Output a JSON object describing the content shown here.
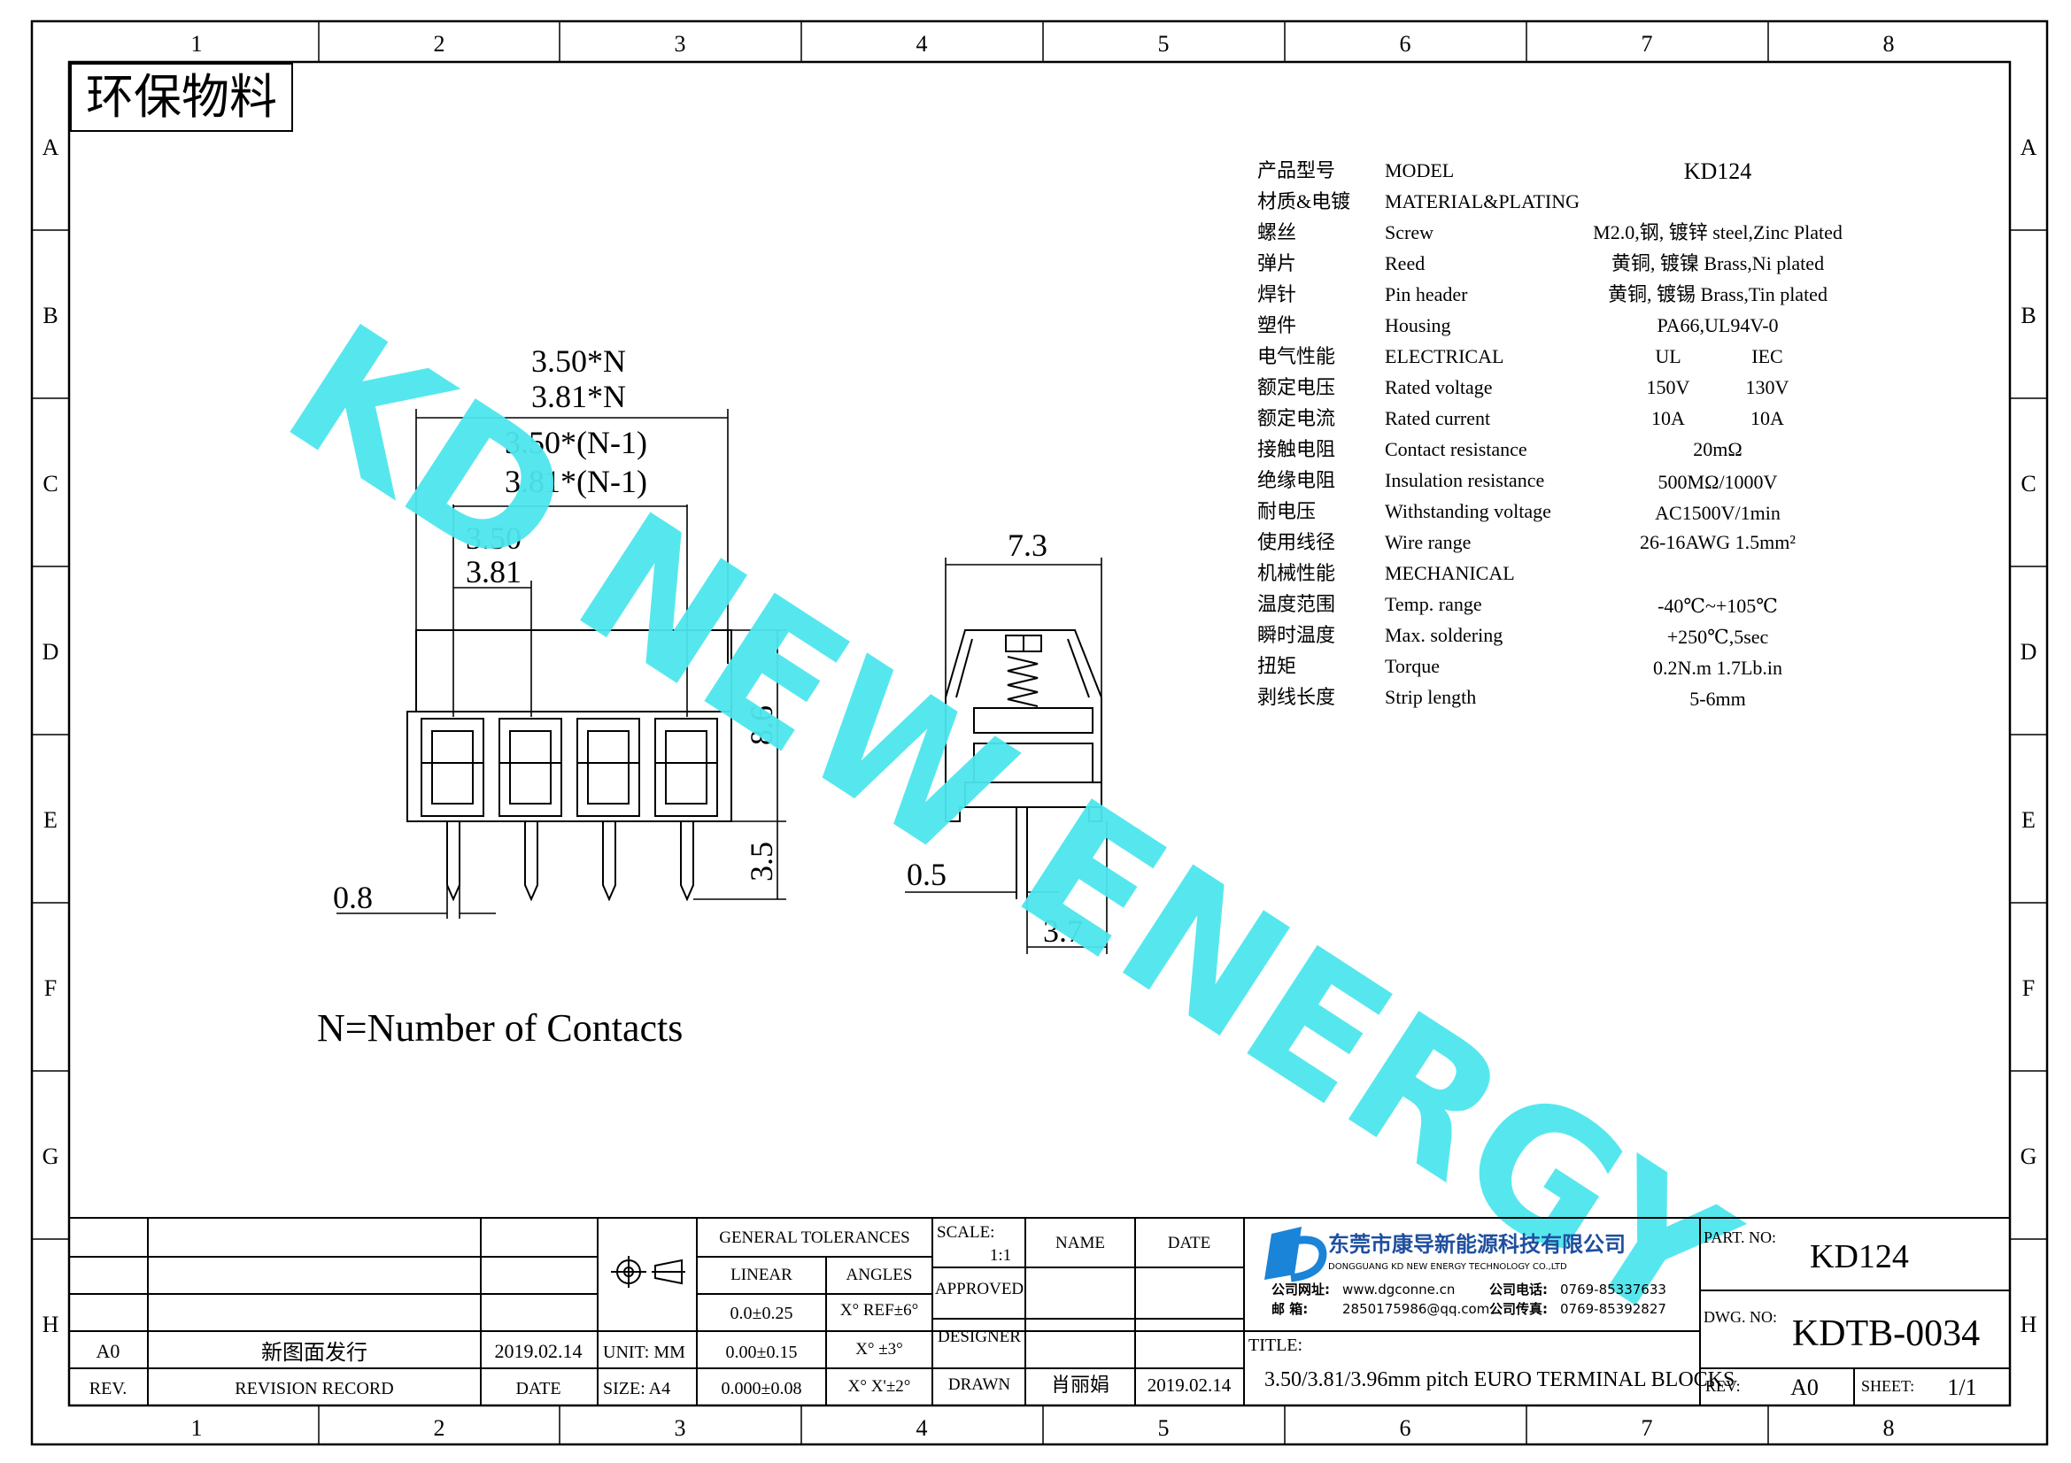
{
  "frame": {
    "col_labels": [
      "1",
      "2",
      "3",
      "4",
      "5",
      "6",
      "7",
      "8"
    ],
    "row_labels": [
      "A",
      "B",
      "C",
      "D",
      "E",
      "F",
      "G",
      "H"
    ]
  },
  "stamp": "环保物料",
  "watermark": "KD NEW ENERGY",
  "drawing": {
    "dims": {
      "pitch_n_a": "3.50*N",
      "pitch_n_b": "3.81*N",
      "pitch_n1_a": "3.50*(N-1)",
      "pitch_n1_b": "3.81*(N-1)",
      "pitch_a": "3.50",
      "pitch_b": "3.81",
      "height": "8.6",
      "pin_len": "3.5",
      "pin_w": "0.8",
      "depth": "7.3",
      "pin_t": "0.5",
      "pin_off": "3.7"
    },
    "note": "N=Number of Contacts"
  },
  "spec_table": {
    "rows": [
      {
        "cn": "产品型号",
        "en": "MODEL",
        "v1": "KD124",
        "v2": ""
      },
      {
        "cn": "材质&电镀",
        "en": "MATERIAL&PLATING",
        "v1": "",
        "v2": ""
      },
      {
        "cn": "螺丝",
        "en": "Screw",
        "v1": "M2.0,钢, 镀锌 steel,Zinc Plated",
        "v2": ""
      },
      {
        "cn": "弹片",
        "en": "Reed",
        "v1": "黄铜, 镀镍 Brass,Ni plated",
        "v2": ""
      },
      {
        "cn": "焊针",
        "en": "Pin header",
        "v1": "黄铜, 镀锡 Brass,Tin plated",
        "v2": ""
      },
      {
        "cn": "塑件",
        "en": "Housing",
        "v1": "PA66,UL94V-0",
        "v2": ""
      },
      {
        "cn": "电气性能",
        "en": "ELECTRICAL",
        "v1": "UL",
        "v2": "IEC"
      },
      {
        "cn": "额定电压",
        "en": "Rated voltage",
        "v1": "150V",
        "v2": "130V"
      },
      {
        "cn": "额定电流",
        "en": "Rated current",
        "v1": "10A",
        "v2": "10A"
      },
      {
        "cn": "接触电阻",
        "en": "Contact resistance",
        "v1": "20mΩ",
        "v2": ""
      },
      {
        "cn": "绝缘电阻",
        "en": "Insulation resistance",
        "v1": "500MΩ/1000V",
        "v2": ""
      },
      {
        "cn": "耐电压",
        "en": "Withstanding voltage",
        "v1": "AC1500V/1min",
        "v2": ""
      },
      {
        "cn": "使用线径",
        "en": "Wire range",
        "v1": "26-16AWG 1.5mm²",
        "v2": ""
      },
      {
        "cn": "机械性能",
        "en": "MECHANICAL",
        "v1": "",
        "v2": ""
      },
      {
        "cn": "温度范围",
        "en": "Temp. range",
        "v1": "-40℃~+105℃",
        "v2": ""
      },
      {
        "cn": "瞬时温度",
        "en": "Max. soldering",
        "v1": "+250℃,5sec",
        "v2": ""
      },
      {
        "cn": "扭矩",
        "en": "Torque",
        "v1": "0.2N.m 1.7Lb.in",
        "v2": ""
      },
      {
        "cn": "剥线长度",
        "en": "Strip length",
        "v1": "5-6mm",
        "v2": ""
      }
    ]
  },
  "title_block": {
    "rev_rows": [
      {
        "rev": "A0",
        "record": "新图面发行",
        "date": "2019.02.14"
      },
      {
        "rev": "REV.",
        "record": "REVISION RECORD",
        "date": "DATE"
      }
    ],
    "unit": "UNIT: MM",
    "size": "SIZE: A4",
    "general_tolerances": "GENERAL TOLERANCES",
    "linear_label": "LINEAR",
    "angles_label": "ANGLES",
    "tol_rows": [
      {
        "linear": "0.0±0.25",
        "angle": "X° REF±6°"
      },
      {
        "linear": "0.00±0.15",
        "angle": "X° ±3°"
      },
      {
        "linear": "0.000±0.08",
        "angle": "X° X'±2°"
      }
    ],
    "scale_label": "SCALE:",
    "scale_value": "1:1",
    "name_label": "NAME",
    "date_label": "DATE",
    "approved_label": "APPROVED",
    "designer_label": "DESIGNER",
    "drawn_label": "DRAWN",
    "drawn_name": "肖丽娟",
    "drawn_date": "2019.02.14",
    "company_cn": "东莞市康导新能源科技有限公司",
    "company_en": "DONGGUANG KD NEW ENERGY TECHNOLOGY CO.,LTD",
    "website_label": "公司网址:",
    "website": "www.dgconne.cn",
    "phone_label": "公司电话:",
    "phone": "0769-85337633",
    "email_label": "邮    箱:",
    "email": "2850175986@qq.com",
    "fax_label": "公司传真:",
    "fax": "0769-85392827",
    "title_label": "TITLE:",
    "title": "3.50/3.81/3.96mm pitch EURO TERMINAL BLOCKS",
    "part_no_label": "PART. NO:",
    "part_no": "KD124",
    "dwg_no_label": "DWG. NO:",
    "dwg_no": "KDTB-0034",
    "rev_label": "REV:",
    "rev": "A0",
    "sheet_label": "SHEET:",
    "sheet": "1/1"
  }
}
